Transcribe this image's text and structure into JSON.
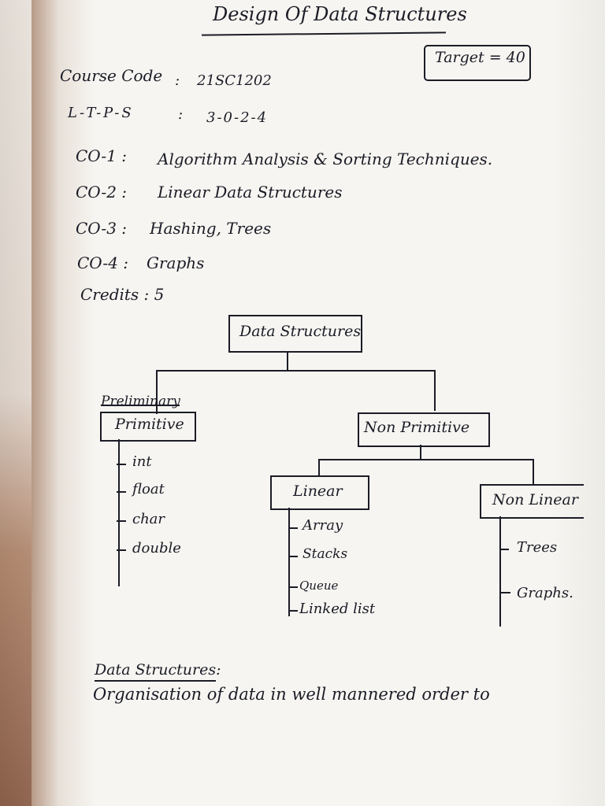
{
  "title": "Design Of Data Structures",
  "target": "Target = 40",
  "course": {
    "code_label": "Course Code",
    "code_colon": ":",
    "code_value": "21SC1202",
    "ltps_label": "L-T-P-S",
    "ltps_colon": ":",
    "ltps_value": "3-0-2-4"
  },
  "outcomes": [
    {
      "label": "CO-1 :",
      "text": "Algorithm Analysis & Sorting Techniques."
    },
    {
      "label": "CO-2 :",
      "text": "Linear Data Structures"
    },
    {
      "label": "CO-3 :",
      "text": "Hashing, Trees"
    },
    {
      "label": "CO-4 :",
      "text": "Graphs"
    }
  ],
  "credits": "Credits : 5",
  "diagram": {
    "root": "Data Structures",
    "primitive_crossed": "Preliminary",
    "primitive": "Primitive",
    "primitive_items": [
      "int",
      "float",
      "char",
      "double"
    ],
    "non_primitive": "Non Primitive",
    "linear": "Linear",
    "linear_items": [
      "Array",
      "Stacks",
      "Queue",
      "Linked list"
    ],
    "non_linear": "Non Linear",
    "non_linear_items": [
      "Trees",
      "Graphs."
    ]
  },
  "definition": {
    "heading": "Data Structures:",
    "text": "Organisation of data in well mannered order to"
  }
}
